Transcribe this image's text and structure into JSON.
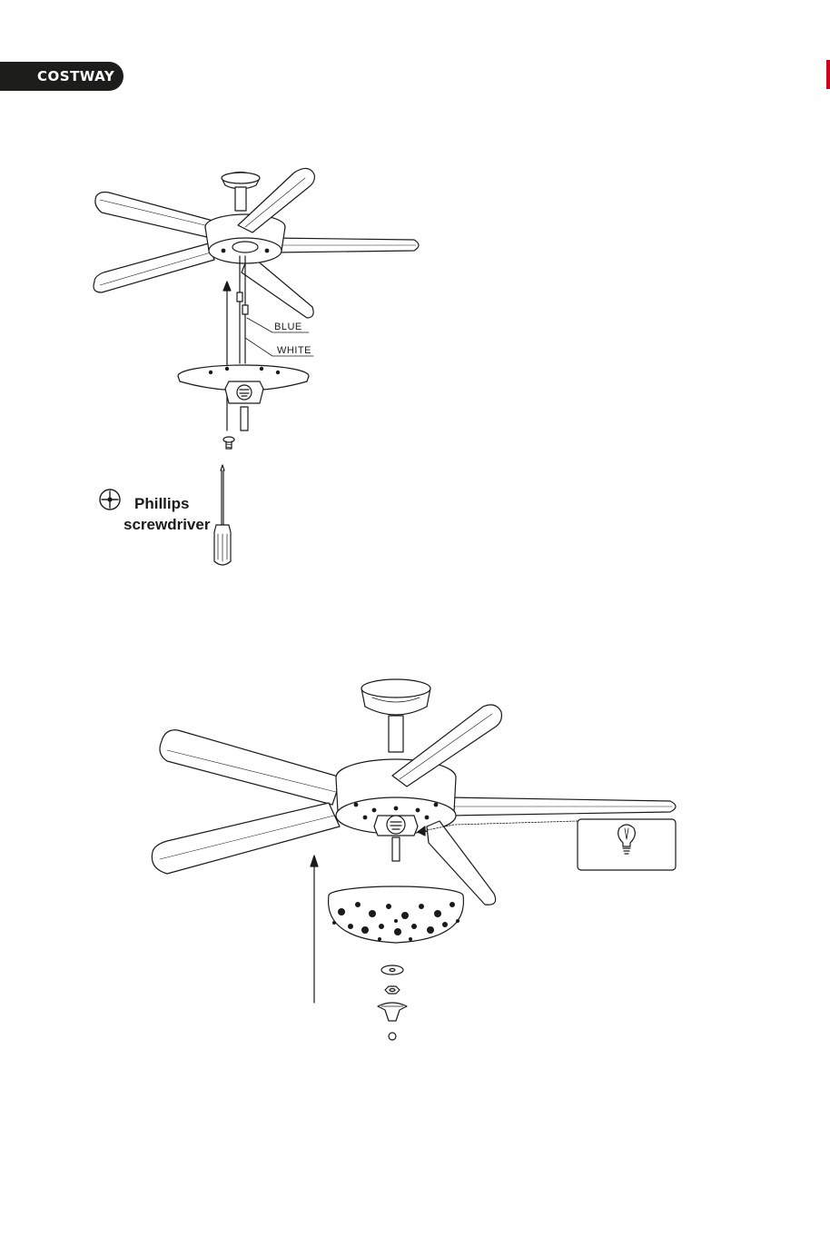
{
  "brand": {
    "name": "COSTWAY"
  },
  "figure1": {
    "wire_labels": [
      "BLUE",
      "WHITE"
    ],
    "tool": {
      "line1": "Phillips",
      "line2": "screwdriver"
    }
  },
  "figure2": {
    "callout_icon": "light-bulb-icon"
  }
}
